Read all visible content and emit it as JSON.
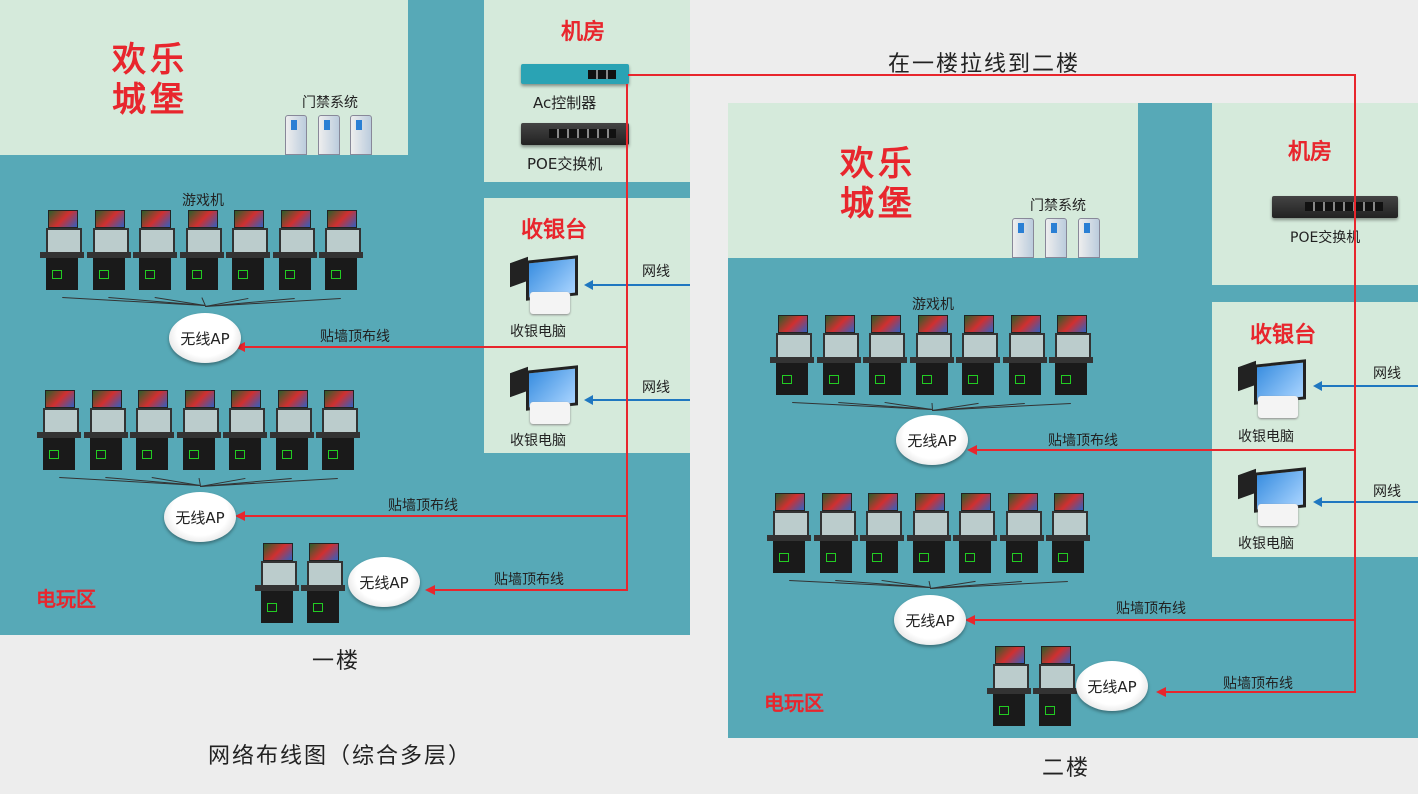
{
  "floor1": {
    "brand": [
      "欢乐",
      "城堡"
    ],
    "gate_label": "门禁系统",
    "machine_room": {
      "title": "机房",
      "ac_label": "Ac控制器",
      "poe_label": "POE交换机"
    },
    "cashier": {
      "title": "收银台",
      "pc_labels": [
        "收银电脑",
        "收银电脑"
      ],
      "cable_labels": [
        "网线",
        "网线"
      ]
    },
    "game_label": "游戏机",
    "ap_labels": [
      "无线AP",
      "无线AP",
      "无线AP"
    ],
    "wall_cable_labels": [
      "贴墙顶布线",
      "贴墙顶布线",
      "贴墙顶布线"
    ],
    "zone_label": "电玩区",
    "floor_label": "一楼"
  },
  "floor2": {
    "brand": [
      "欢乐",
      "城堡"
    ],
    "gate_label": "门禁系统",
    "machine_room": {
      "title": "机房",
      "poe_label": "POE交换机"
    },
    "cashier": {
      "title": "收银台",
      "pc_labels": [
        "收银电脑",
        "收银电脑"
      ],
      "cable_labels": [
        "网线",
        "网线"
      ]
    },
    "game_label": "游戏机",
    "ap_labels": [
      "无线AP",
      "无线AP",
      "无线AP"
    ],
    "wall_cable_labels": [
      "贴墙顶布线",
      "贴墙顶布线",
      "贴墙顶布线"
    ],
    "zone_label": "电玩区",
    "floor_label": "二楼"
  },
  "link_label": "在一楼拉线到二楼",
  "diagram_title": "网络布线图（综合多层）",
  "colors": {
    "teal": "#57a9b7",
    "room": "#d5eadb",
    "cable_red": "#e8262d",
    "cable_blue": "#1f77c0"
  }
}
